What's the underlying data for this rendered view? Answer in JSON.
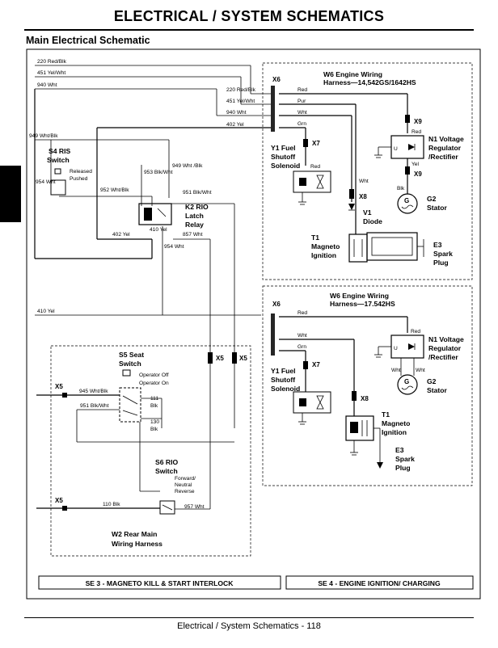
{
  "page": {
    "title": "ELECTRICAL / SYSTEM SCHEMATICS",
    "subtitle": "Main Electrical Schematic",
    "footer": "Electrical / System Schematics - 118"
  },
  "left": {
    "wires": {
      "w220": "220 Red/Blk",
      "w451": "451 Yel/Wht",
      "w940": "940 Wht",
      "w949": "949 Wht/Blk",
      "w954": "954 Wht",
      "w952": "952 Wht/Blk",
      "w953": "953 Blk/Wht",
      "w949b": "949 Wht /Blk",
      "w951": "951 Blk/Wht",
      "w402": "402 Yel",
      "w410": "410 Yel",
      "w857": "857 Wht",
      "w954b": "954 Wht",
      "w410b": "410 Yel"
    },
    "s4": {
      "name": "S4 RIS",
      "sub": "Switch",
      "pos1": "Released",
      "pos2": "Pushed"
    },
    "k2": {
      "name": "K2 RIO",
      "sub1": "Latch",
      "sub2": "Relay"
    },
    "x5": "X5",
    "s5": {
      "name": "S5 Seat",
      "sub": "Switch",
      "off": "Operator Off",
      "on": "Operator On"
    },
    "s5wires": {
      "w945": "945 Wht/Blk",
      "w951": "951 Blk/Wht",
      "w111": "111",
      "w111c": "Blk",
      "w130": "130",
      "w130c": "Blk"
    },
    "s6": {
      "name": "S6 RIO",
      "sub": "Switch",
      "p1": "Forward/",
      "p2": "Neutral",
      "p3": "Reverse"
    },
    "s6wires": {
      "w110": "110 Blk",
      "w957": "957 Wht"
    },
    "w2": {
      "line1": "W2 Rear Main",
      "line2": "Wiring Harness"
    }
  },
  "top": {
    "x6": "X6",
    "harness1": "W6 Engine Wiring",
    "harness2": "Harness—14,542GS/1642HS",
    "wires": {
      "a": "220 Red/Blk",
      "b": "451 Yel/Wht",
      "c": "940 Wht",
      "d": "402 Yel"
    },
    "colors": {
      "red": "Red",
      "pur": "Pur",
      "wht": "Wht",
      "grn": "Grn"
    },
    "x9": "X9",
    "x9b": "X9",
    "x7": "X7",
    "x8": "X8",
    "n1": {
      "name": "N1 Voltage",
      "l2": "Regulator",
      "l3": "/Rectifier"
    },
    "n1wires": {
      "red": "Red",
      "yel": "Yel",
      "blk": "Blk"
    },
    "g2": {
      "name": "G2",
      "l2": "Stator",
      "glyph": "G"
    },
    "y1": {
      "name": "Y1 Fuel",
      "l2": "Shutoff",
      "l3": "Solenoid",
      "red": "Red"
    },
    "v1": {
      "wht": "Wht",
      "name": "V1",
      "l2": "Diode"
    },
    "t1": {
      "name": "T1",
      "l2": "Magneto",
      "l3": "Ignition"
    },
    "e3": {
      "name": "E3",
      "l2": "Spark",
      "l3": "Plug"
    }
  },
  "bottom": {
    "x6": "X6",
    "harness1": "W6 Engine Wiring",
    "harness2": "Harness—17.542HS",
    "colors": {
      "red": "Red",
      "red2": "Red",
      "wht": "Wht",
      "grn": "Grn",
      "wht2": "Wht",
      "wht3": "Wht"
    },
    "x7": "X7",
    "x8": "X8",
    "n1": {
      "name": "N1 Voltage",
      "l2": "Regulator",
      "l3": "/Rectifier"
    },
    "g2": {
      "name": "G2",
      "l2": "Stator",
      "glyph": "G"
    },
    "y1": {
      "name": "Y1 Fuel",
      "l2": "Shutoff",
      "l3": "Solenoid"
    },
    "t1": {
      "name": "T1",
      "l2": "Magneto",
      "l3": "Ignition"
    },
    "e3": {
      "name": "E3",
      "l2": "Spark",
      "l3": "Plug"
    }
  },
  "tabs": {
    "se3": "SE 3 - MAGNETO KILL & START INTERLOCK",
    "se4": "SE 4 - ENGINE IGNITION/ CHARGING"
  }
}
